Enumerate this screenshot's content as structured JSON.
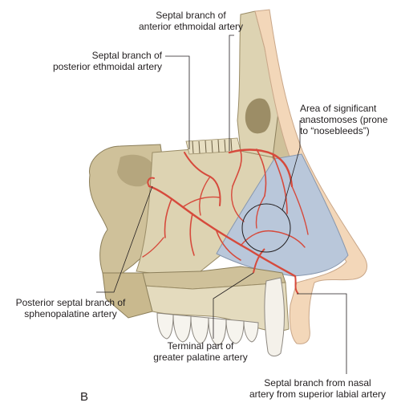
{
  "figure": {
    "panel_letter": "B",
    "colors": {
      "bone": "#ddd3b2",
      "bone_dark": "#b8ab85",
      "cartilage": "#b9c7da",
      "skin": "#f3d7b9",
      "artery": "#d64a3c",
      "leader": "#231f20"
    }
  },
  "labels": {
    "anterior_ethmoidal": "Septal branch of\nanterior ethmoidal artery",
    "posterior_ethmoidal": "Septal branch of\nposterior ethmoidal artery",
    "anastomoses": "Area of significant\nanastomoses (prone\nto “nosebleeds”)",
    "sphenopalatine": "Posterior septal branch of\nsphenopalatine artery",
    "greater_palatine": "Terminal part of\ngreater palatine artery",
    "superior_labial": "Septal branch from nasal\nartery from superior labial artery"
  }
}
